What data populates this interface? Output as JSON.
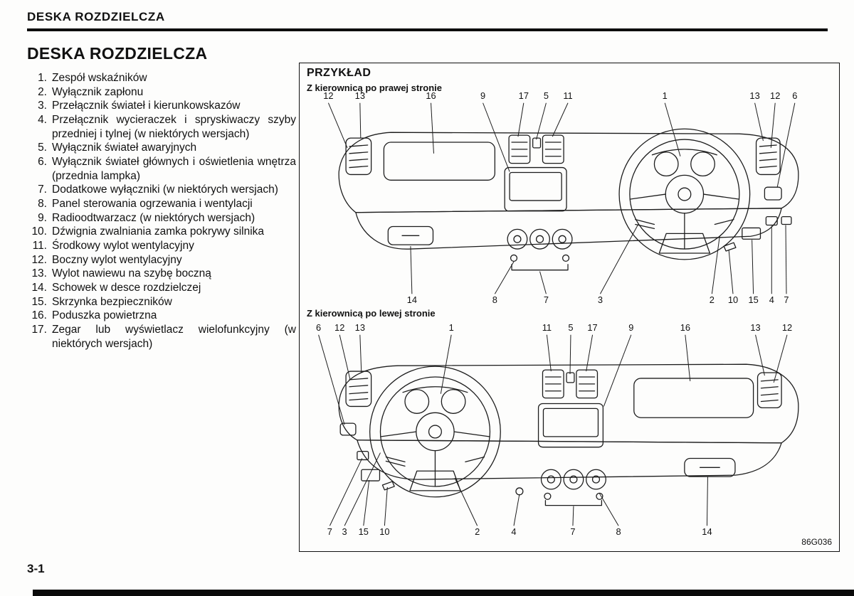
{
  "page": {
    "header_title": "DESKA ROZDZIELCZA",
    "page_number": "3-1"
  },
  "section": {
    "title": "DESKA ROZDZIELCZA",
    "items": [
      {
        "num": "1.",
        "text": "Zespół wskaźników"
      },
      {
        "num": "2.",
        "text": "Wyłącznik zapłonu"
      },
      {
        "num": "3.",
        "text": "Przełącznik świateł i kierunkowskazów"
      },
      {
        "num": "4.",
        "text": "Przełącznik wycieraczek i spryskiwaczy szyby przedniej i tylnej (w niektórych wersjach)"
      },
      {
        "num": "5.",
        "text": "Wyłącznik świateł awaryjnych"
      },
      {
        "num": "6.",
        "text": "Wyłącznik świateł głównych i oświetlenia wnętrza (przednia lampka)"
      },
      {
        "num": "7.",
        "text": "Dodatkowe wyłączniki (w niektórych wersjach)"
      },
      {
        "num": "8.",
        "text": "Panel sterowania ogrzewania i wentylacji"
      },
      {
        "num": "9.",
        "text": "Radioodtwarzacz (w niektórych wersjach)"
      },
      {
        "num": "10.",
        "text": "Dźwignia zwalniania zamka pokrywy silnika"
      },
      {
        "num": "11.",
        "text": "Środkowy wylot wentylacyjny"
      },
      {
        "num": "12.",
        "text": "Boczny wylot wentylacyjny"
      },
      {
        "num": "13.",
        "text": "Wylot nawiewu na szybę boczną"
      },
      {
        "num": "14.",
        "text": "Schowek w desce rozdzielczej"
      },
      {
        "num": "15.",
        "text": "Skrzynka bezpieczników"
      },
      {
        "num": "16.",
        "text": "Poduszka powietrzna"
      },
      {
        "num": "17.",
        "text": "Zegar lub wyświetlacz wielofunkcyjny (w niektórych wersjach)"
      }
    ]
  },
  "figure": {
    "title": "PRZYKŁAD",
    "caption_rhd": "Z kierownicą po prawej stronie",
    "caption_lhd": "Z kierownicą po lewej stronie",
    "figure_code": "86G036",
    "rhd": {
      "top_labels": [
        "12",
        "13",
        "16",
        "9",
        "17",
        "5",
        "11",
        "1",
        "13",
        "12",
        "6"
      ],
      "bottom_labels": [
        "14",
        "8",
        "7",
        "3",
        "2",
        "10",
        "15",
        "4",
        "7"
      ]
    },
    "lhd": {
      "top_labels": [
        "6",
        "12",
        "13",
        "1",
        "11",
        "5",
        "17",
        "9",
        "16",
        "13",
        "12"
      ],
      "bottom_labels": [
        "7",
        "3",
        "15",
        "10",
        "2",
        "4",
        "7",
        "8",
        "14"
      ]
    }
  }
}
